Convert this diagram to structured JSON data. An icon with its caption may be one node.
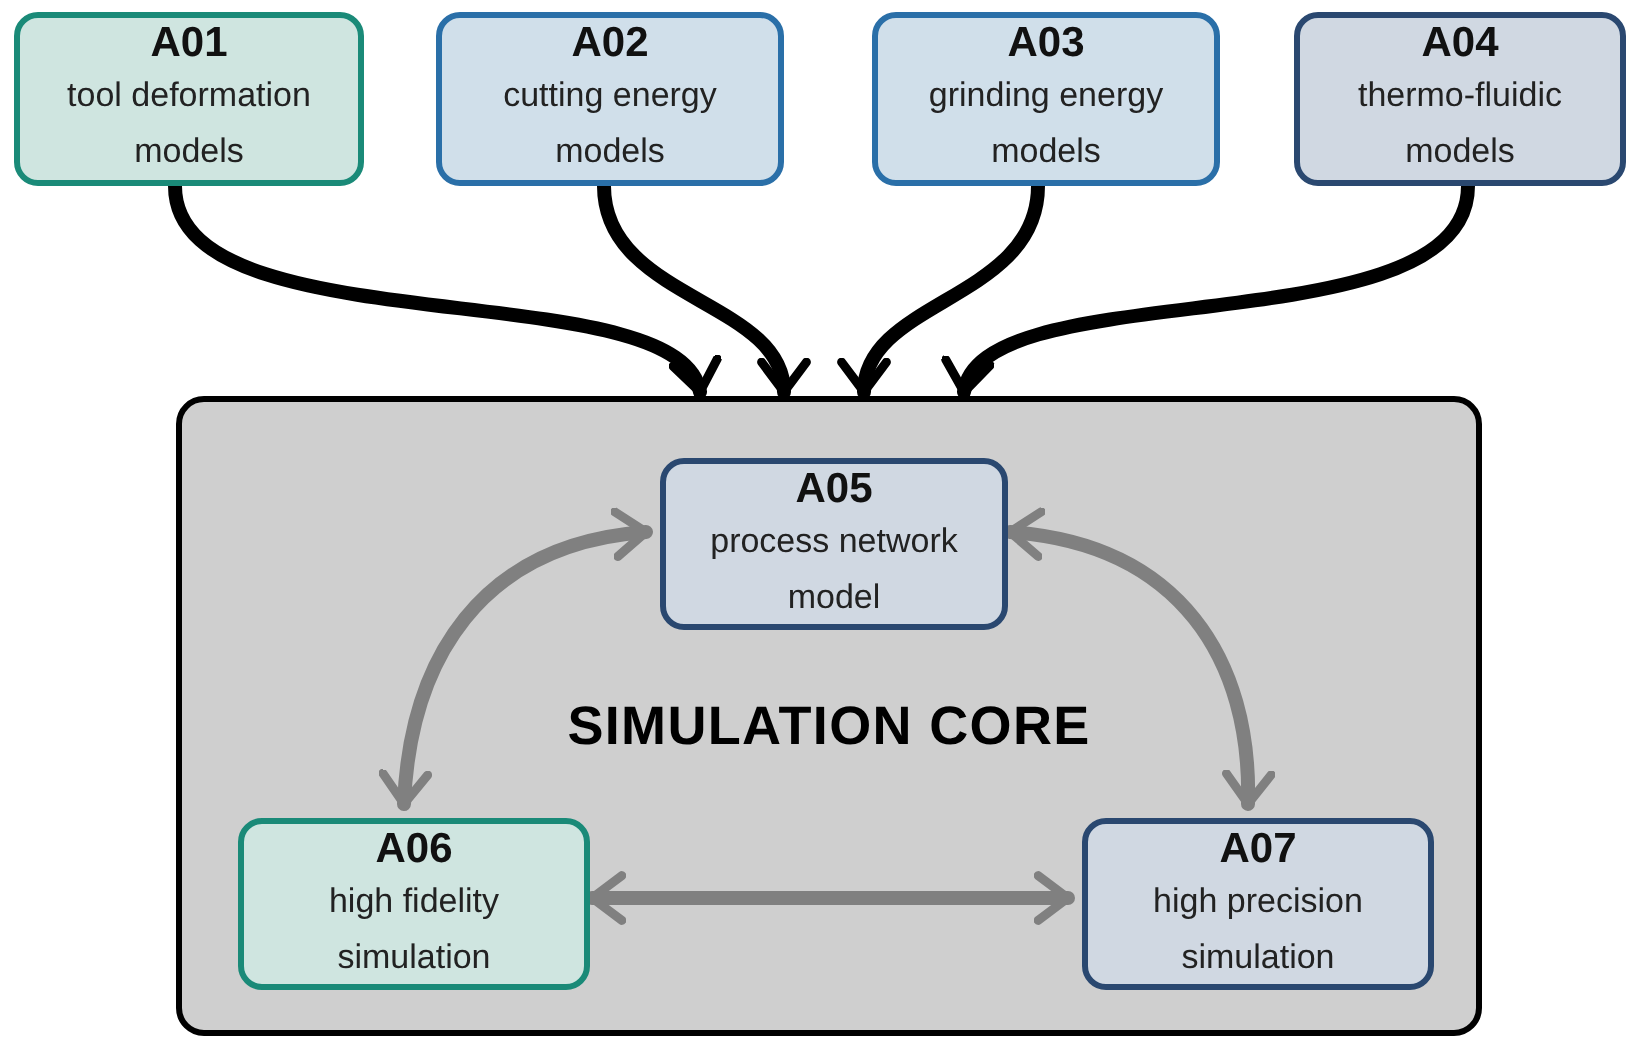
{
  "diagram": {
    "nodes": [
      {
        "text": [
          "A01",
          "tool deformation models"
        ]
      },
      {
        "text": [
          "A02",
          "cutting energy models"
        ]
      },
      {
        "text": [
          "A03",
          "grinding energy models"
        ]
      },
      {
        "text": [
          "A04",
          "thermo-fluidic models"
        ]
      },
      {
        "text": [
          "SIMULATION CORE"
        ]
      },
      {
        "text": [
          "A05",
          "process network model"
        ],
        "in": 4
      },
      {
        "text": [
          "A06",
          "high fidelity simulation"
        ],
        "in": 4
      },
      {
        "text": [
          "A07",
          "high precision simulation"
        ],
        "in": 4
      }
    ],
    "edges": [
      {
        "from": 0,
        "to": 4,
        "arrow": "to"
      },
      {
        "from": 1,
        "to": 4,
        "arrow": "to"
      },
      {
        "from": 2,
        "to": 4,
        "arrow": "to"
      },
      {
        "from": 3,
        "to": 4,
        "arrow": "to"
      },
      {
        "from": 5,
        "to": 6,
        "arrow": "both",
        "color": "#808080"
      },
      {
        "from": 5,
        "to": 7,
        "arrow": "both",
        "color": "#808080"
      },
      {
        "from": 6,
        "to": 7,
        "arrow": "both",
        "color": "#808080"
      }
    ]
  }
}
